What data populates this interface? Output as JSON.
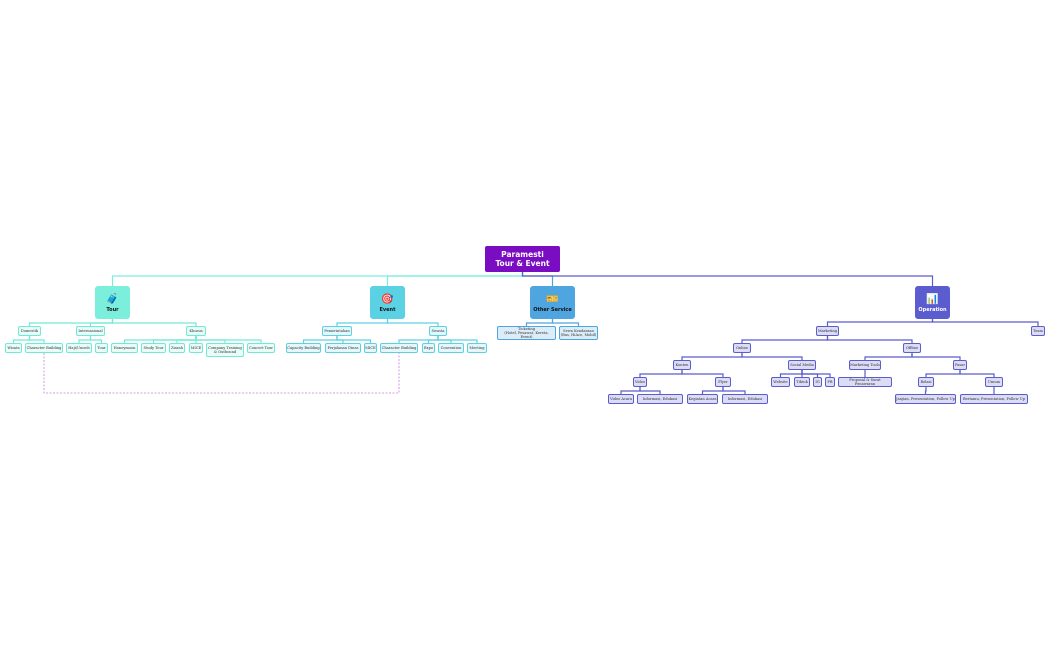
{
  "root": {
    "label": "Paramesti\nTour & Event"
  },
  "colors": {
    "root": "#7a0cc2",
    "tour": "#7cefdc",
    "event": "#5ad2e4",
    "other_service": "#4ea5e0",
    "operation": "#5b5ccf",
    "cross_link": "#c77de0"
  },
  "tour": {
    "label": "Tour",
    "icon": "suitcase-icon",
    "domestik": {
      "label": "Domestik",
      "children": [
        "Wisata",
        "Character Building"
      ]
    },
    "internasional": {
      "label": "Internasional",
      "children": [
        "Haji/Umroh",
        "Tour"
      ]
    },
    "khusus": {
      "label": "Khusus",
      "children": [
        "Honeymoon",
        "Study Tour",
        "Ziarah",
        "MICE",
        "Company Training\n& Outbound",
        "Concert Tour"
      ]
    }
  },
  "event": {
    "label": "Event",
    "icon": "target-icon",
    "pemerintahan": {
      "label": "Pemerintahan",
      "children": [
        "Capacity Building",
        "Perjalanan Dinas",
        "MICE"
      ]
    },
    "swasta": {
      "label": "Swasta",
      "children": [
        "Character Building",
        "Expo",
        "Convention",
        "Meeting"
      ]
    }
  },
  "other_service": {
    "label": "Other Service",
    "icon": "ticket-icon",
    "children": [
      "Ticketing\n(Hotel, Pesawat, Kereta, Event)",
      "Sewa Kendaraan\n(Bus, HiAce, Mobil)"
    ]
  },
  "operation": {
    "label": "Operation",
    "icon": "bar-chart-icon",
    "marketing": "Marketing",
    "team": "Team",
    "online": "Online",
    "offline": "Offline",
    "konten": "Konten",
    "social_media": "Social Media",
    "marketing_tools": "Marketing Tools",
    "pasar": "Pasar",
    "video": "Video",
    "flyer": "Flyer",
    "social": [
      "Website",
      "Tiktok",
      "IG",
      "FB"
    ],
    "proposal": "Proposal & Surat Penawaran",
    "relasi": "Relasi",
    "umum": "Umum",
    "video_children": [
      "Video Acara",
      "Informasi, Edukasi"
    ],
    "flyer_children": [
      "Kegiatan Acara",
      "Informasi, Edukasi"
    ],
    "relasi_child": "Janjian, Presentation, Follow Up",
    "umum_child": "Bertamu, Presentation, Follow Up"
  }
}
